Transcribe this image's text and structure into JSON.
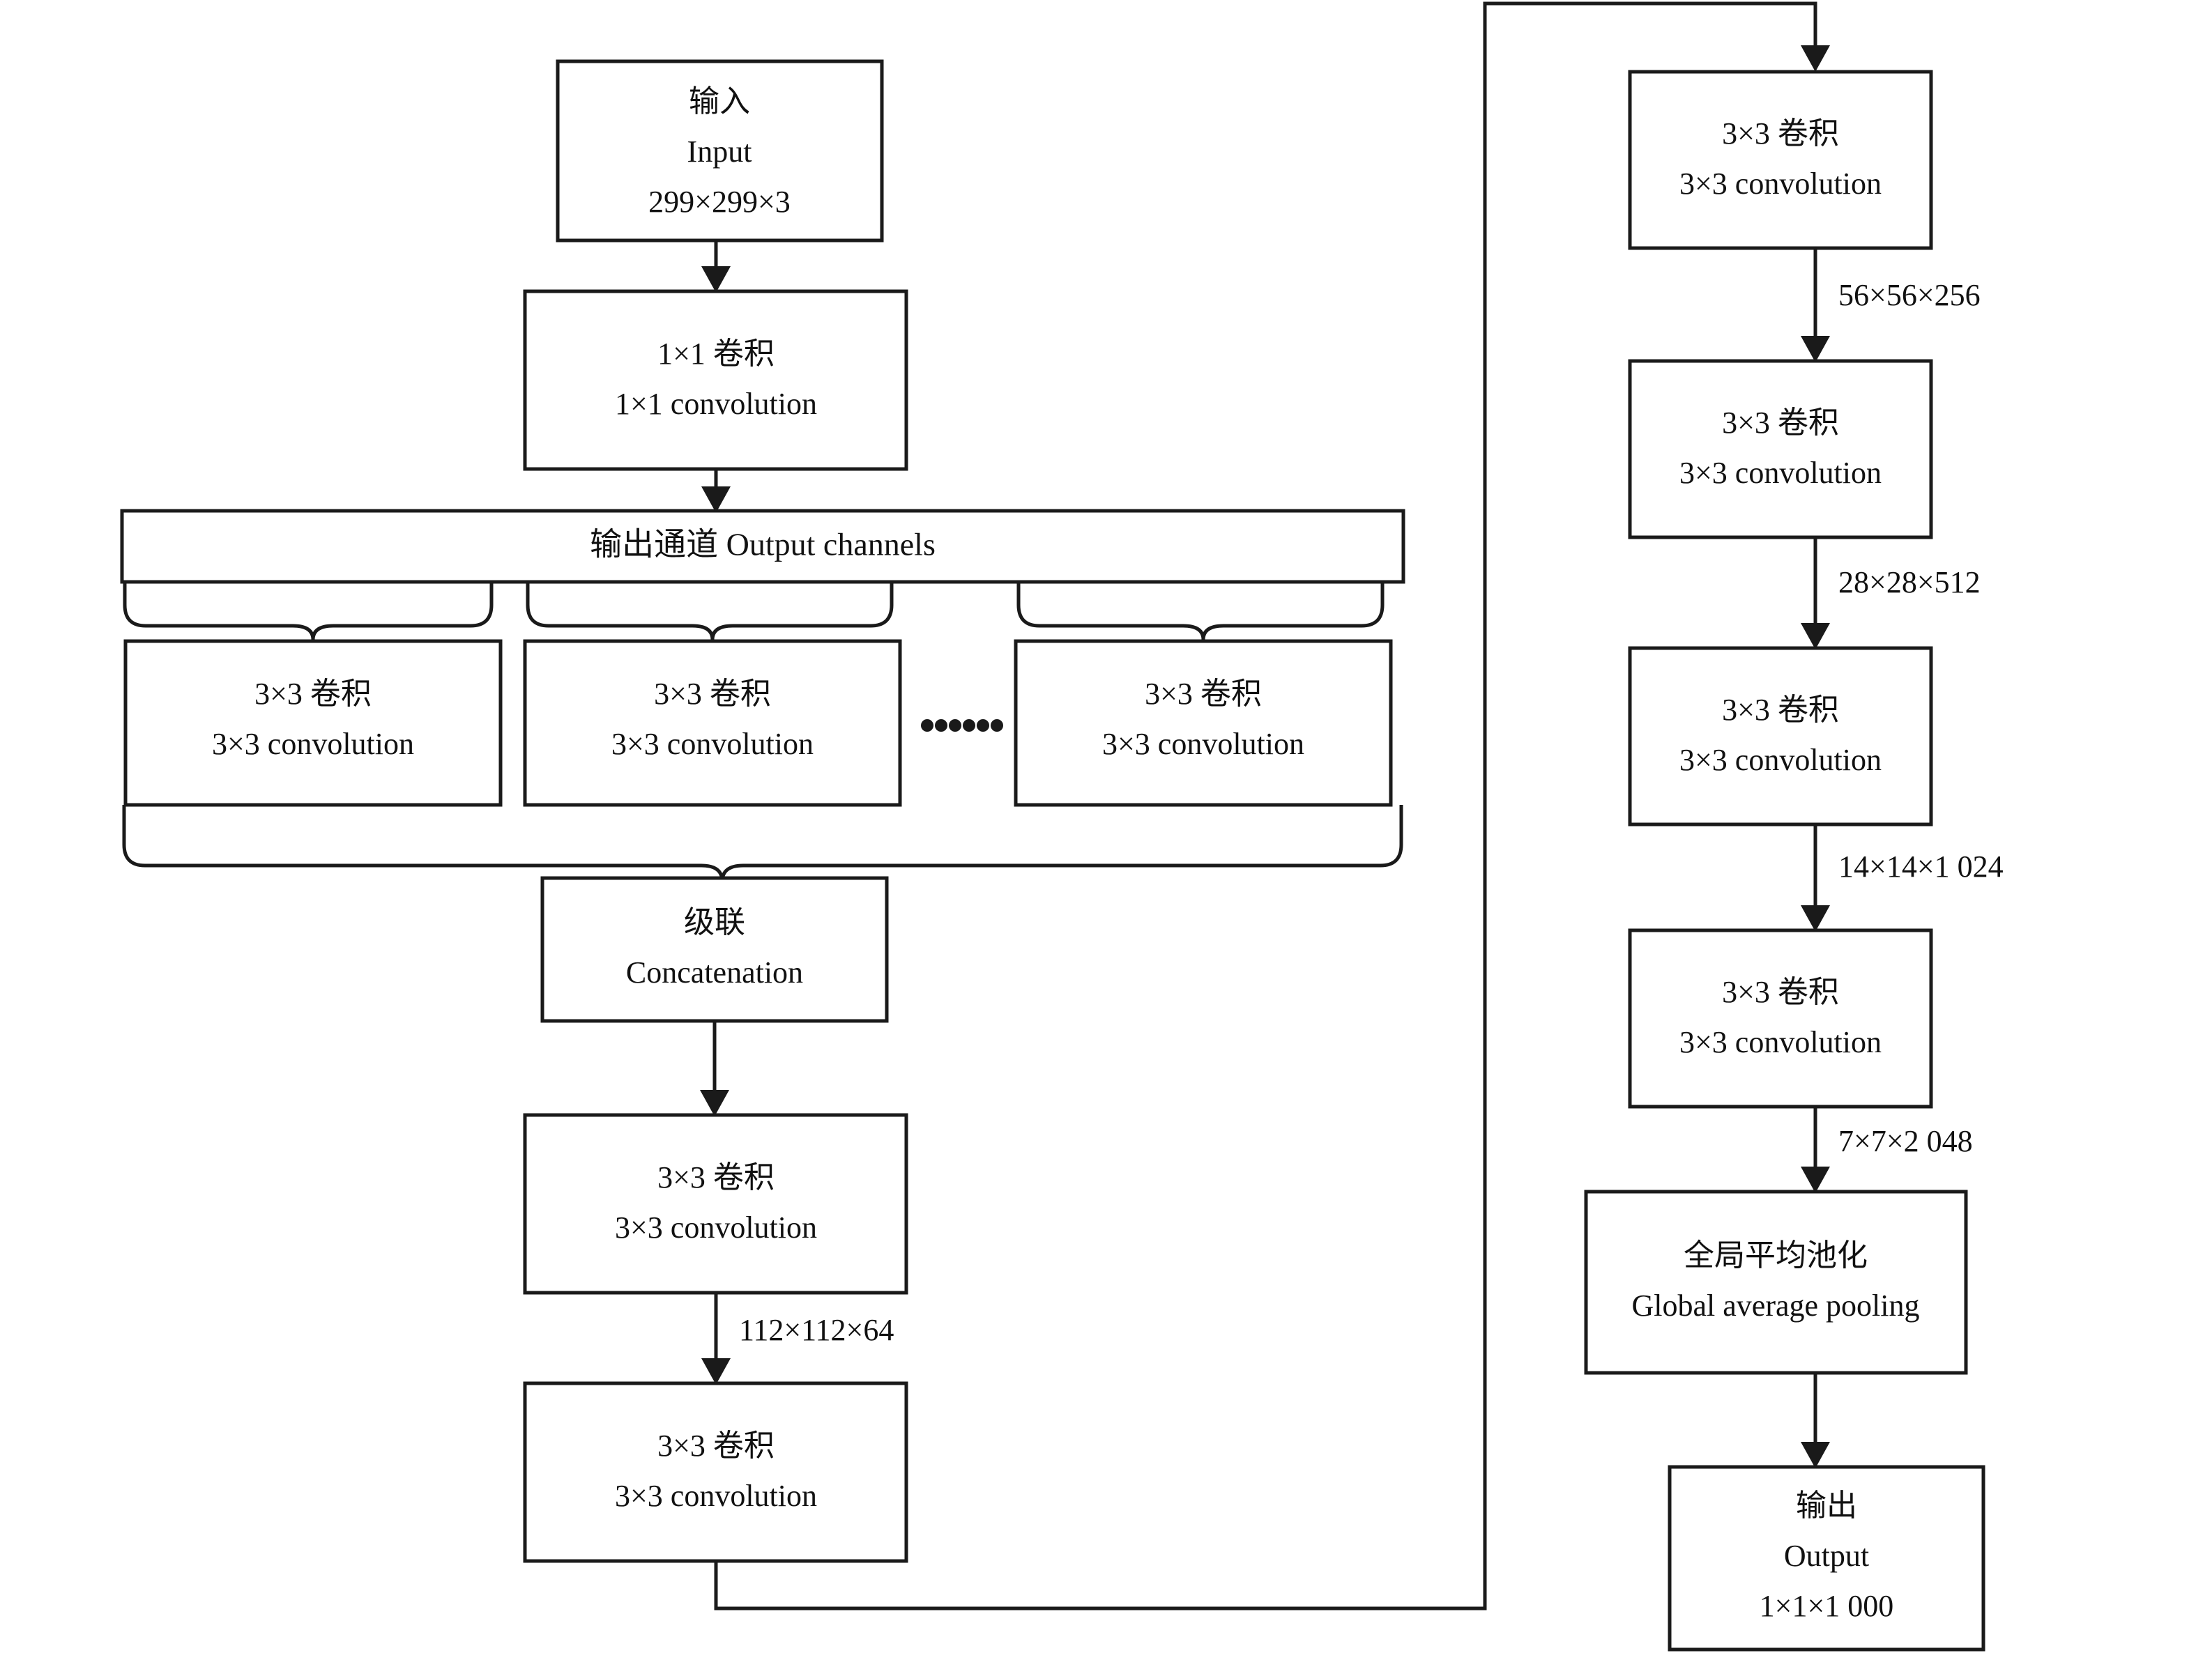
{
  "diagram": {
    "title_text": "",
    "colors": {
      "stroke": "#1a1a1a",
      "background": "#ffffff",
      "text": "#111111"
    },
    "left_column": {
      "input_node": {
        "line1": "输入",
        "line2": "Input",
        "line3": "299×299×3"
      },
      "conv1x1_node": {
        "line1": "1×1 卷积",
        "line2": "1×1 convolution"
      },
      "output_channels_bar": {
        "label": "输出通道 Output channels"
      },
      "parallel_branches": [
        {
          "line1": "3×3 卷积",
          "line2": "3×3 convolution"
        },
        {
          "line1": "3×3 卷积",
          "line2": "3×3 convolution"
        },
        {
          "line1": "3×3 卷积",
          "line2": "3×3 convolution"
        }
      ],
      "ellipsis": "……",
      "concatenation_node": {
        "line1": "级联",
        "line2": "Concatenation"
      },
      "conv_a_node": {
        "line1": "3×3 卷积",
        "line2": "3×3 convolution"
      },
      "edge_label_112": "112×112×64",
      "conv_b_node": {
        "line1": "3×3 卷积",
        "line2": "3×3 convolution"
      }
    },
    "right_column": {
      "conv_c_node": {
        "line1": "3×3 卷积",
        "line2": "3×3 convolution"
      },
      "edge_label_56": "56×56×256",
      "conv_d_node": {
        "line1": "3×3 卷积",
        "line2": "3×3 convolution"
      },
      "edge_label_28": "28×28×512",
      "conv_e_node": {
        "line1": "3×3 卷积",
        "line2": "3×3 convolution"
      },
      "edge_label_14": "14×14×1 024",
      "conv_f_node": {
        "line1": "3×3 卷积",
        "line2": "3×3 convolution"
      },
      "edge_label_7": "7×7×2 048",
      "gap_node": {
        "line1": "全局平均池化",
        "line2": "Global average pooling"
      },
      "output_node": {
        "line1": "输出",
        "line2": "Output",
        "line3": "1×1×1 000"
      }
    }
  }
}
